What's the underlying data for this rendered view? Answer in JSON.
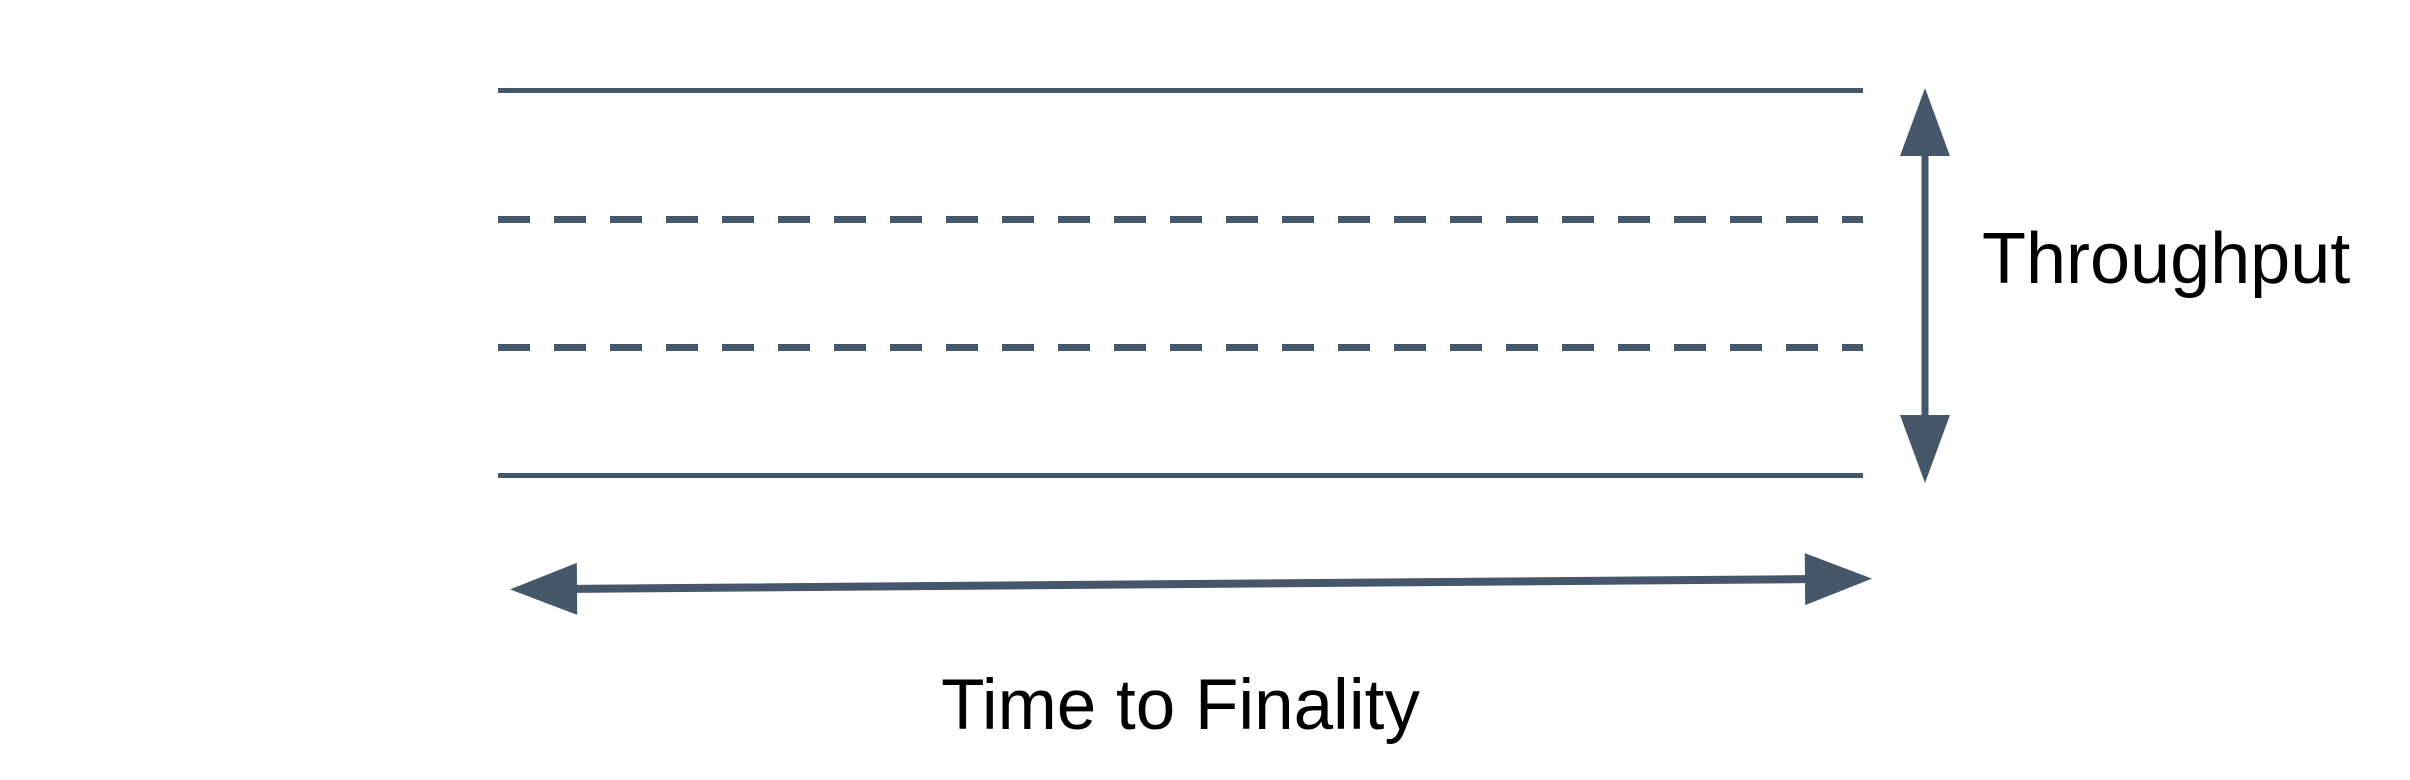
{
  "diagram": {
    "type": "annotated-band-diagram",
    "labels": {
      "throughput": "Throughput",
      "time_to_finality": "Time to Finality"
    },
    "band": {
      "lines": [
        {
          "style": "solid",
          "position": "top"
        },
        {
          "style": "dashed",
          "position": "upper-middle"
        },
        {
          "style": "dashed",
          "position": "lower-middle"
        },
        {
          "style": "solid",
          "position": "bottom"
        }
      ]
    },
    "arrows": [
      {
        "name": "throughput-extent",
        "orientation": "vertical",
        "heads": "both"
      },
      {
        "name": "time-to-finality-extent",
        "orientation": "horizontal",
        "heads": "both"
      }
    ],
    "colors": {
      "shape": "#46566b",
      "text": "#000000",
      "background": "#ffffff"
    }
  }
}
